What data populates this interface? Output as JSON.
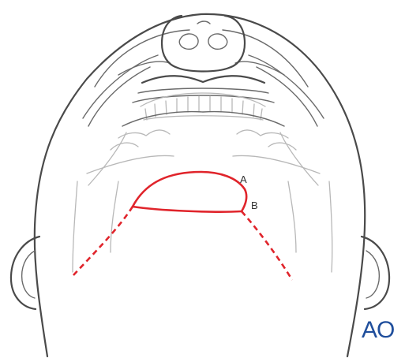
{
  "labels": {
    "point_a": "A",
    "point_b": "B"
  },
  "logo": {
    "text": "AO"
  },
  "colors": {
    "incision": "#e0242b",
    "outline": "#4a4a4a",
    "logo": "#1f4e9c"
  }
}
